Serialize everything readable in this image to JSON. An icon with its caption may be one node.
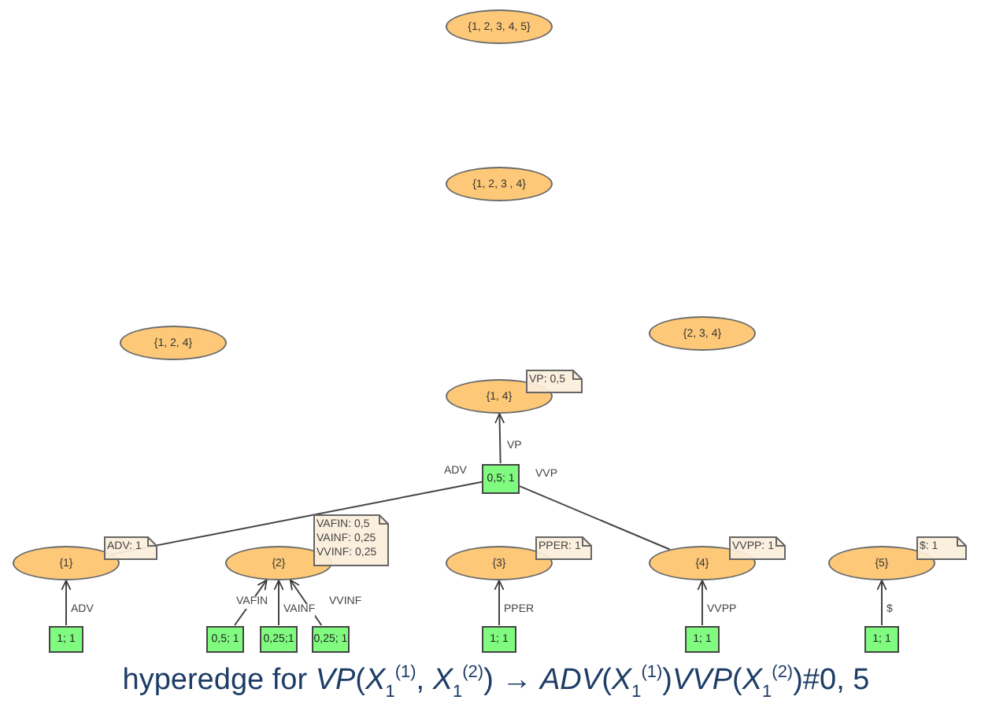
{
  "diagram": {
    "caption": "hyperedge for *VP*(*X*$_{1}$$^{(1)}$, *X*$_{1}$$^{(2)}$) → *ADV*(*X*$_{1}$$^{(1)}$)*VVP*(*X*$_{1}$$^{(2)}$)#0, 5",
    "nodes": [
      {
        "text": [
          "{1, 2, 3, 4, 5}"
        ]
      },
      {
        "text": [
          "{1, 2, 3 , 4}"
        ]
      },
      {
        "text": [
          "{1, 2, 4}"
        ]
      },
      {
        "text": [
          "{2, 3, 4}"
        ]
      },
      {
        "text": [
          "{1, 4}"
        ],
        "beside": [
          "VP: 0,5"
        ]
      },
      {
        "text": [
          "0,5; 1"
        ]
      },
      {
        "text": [
          "{1}"
        ],
        "beside": [
          "ADV: 1"
        ]
      },
      {
        "text": [
          "{2}"
        ],
        "beside": [
          "VAFIN: 0,5",
          "VAINF: 0,25",
          "VVINF: 0,25"
        ]
      },
      {
        "text": [
          "{3}"
        ],
        "beside": [
          "PPER: 1"
        ]
      },
      {
        "text": [
          "{4}"
        ],
        "beside": [
          "VVPP: 1"
        ]
      },
      {
        "text": [
          "{5}"
        ],
        "beside": [
          "$: 1"
        ]
      },
      {
        "text": [
          "1; 1"
        ]
      },
      {
        "text": [
          "0,5; 1"
        ]
      },
      {
        "text": [
          "0,25;1"
        ]
      },
      {
        "text": [
          "0,25; 1"
        ]
      },
      {
        "text": [
          "1; 1"
        ]
      },
      {
        "text": [
          "1; 1"
        ]
      },
      {
        "text": [
          "1; 1"
        ]
      }
    ],
    "edges": [
      {
        "from": 5,
        "to": 4,
        "arrow": "to",
        "label": "VP"
      },
      {
        "from": 5,
        "to": 6,
        "arrow": "none",
        "label": "ADV"
      },
      {
        "from": 5,
        "to": 9,
        "arrow": "none",
        "label": "VVP"
      },
      {
        "from": 11,
        "to": 6,
        "arrow": "to",
        "label": "ADV"
      },
      {
        "from": 12,
        "to": 7,
        "arrow": "to",
        "label": "VAFIN"
      },
      {
        "from": 13,
        "to": 7,
        "arrow": "to",
        "label": "VAINF"
      },
      {
        "from": 14,
        "to": 7,
        "arrow": "to",
        "label": "VVINF"
      },
      {
        "from": 15,
        "to": 8,
        "arrow": "to",
        "label": "PPER"
      },
      {
        "from": 16,
        "to": 9,
        "arrow": "to",
        "label": "VVPP"
      },
      {
        "from": 17,
        "to": 10,
        "arrow": "to",
        "label": "$"
      }
    ]
  }
}
